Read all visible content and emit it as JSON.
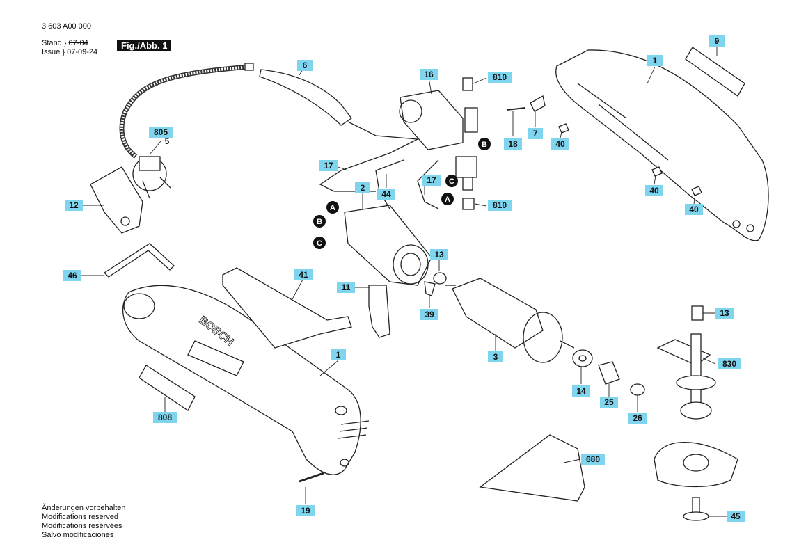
{
  "header": {
    "doc_number": "3 603 A00 000",
    "stand_label": "Stand",
    "stand_value": "07-04",
    "issue_label": "Issue",
    "issue_value": "07-09-24",
    "figure_label": "Fig./Abb. 1"
  },
  "footer": {
    "line1": "Änderungen vorbehalten",
    "line2": "Modifications reserved",
    "line3": "Modifications resèrvées",
    "line4": "Salvo modificaciones"
  },
  "brand_text": "BOSCH",
  "colors": {
    "label_fill": "#7fd4ee",
    "ink": "#222222",
    "paper": "#ffffff"
  },
  "parts": [
    {
      "id": "p1a",
      "text": "1"
    },
    {
      "id": "p1b",
      "text": "1"
    },
    {
      "id": "p2",
      "text": "2"
    },
    {
      "id": "p3",
      "text": "3"
    },
    {
      "id": "p5",
      "text": "5"
    },
    {
      "id": "p6",
      "text": "6"
    },
    {
      "id": "p7",
      "text": "7"
    },
    {
      "id": "p9",
      "text": "9"
    },
    {
      "id": "p11",
      "text": "11"
    },
    {
      "id": "p12",
      "text": "12"
    },
    {
      "id": "p13a",
      "text": "13"
    },
    {
      "id": "p13b",
      "text": "13"
    },
    {
      "id": "p14",
      "text": "14"
    },
    {
      "id": "p16",
      "text": "16"
    },
    {
      "id": "p17a",
      "text": "17"
    },
    {
      "id": "p17b",
      "text": "17"
    },
    {
      "id": "p18",
      "text": "18"
    },
    {
      "id": "p19",
      "text": "19"
    },
    {
      "id": "p25",
      "text": "25"
    },
    {
      "id": "p26",
      "text": "26"
    },
    {
      "id": "p39",
      "text": "39"
    },
    {
      "id": "p40a",
      "text": "40"
    },
    {
      "id": "p40b",
      "text": "40"
    },
    {
      "id": "p40c",
      "text": "40"
    },
    {
      "id": "p41",
      "text": "41"
    },
    {
      "id": "p44",
      "text": "44"
    },
    {
      "id": "p45",
      "text": "45"
    },
    {
      "id": "p46",
      "text": "46"
    },
    {
      "id": "p680",
      "text": "680"
    },
    {
      "id": "p805",
      "text": "805"
    },
    {
      "id": "p808",
      "text": "808"
    },
    {
      "id": "p810a",
      "text": "810"
    },
    {
      "id": "p810b",
      "text": "810"
    },
    {
      "id": "p830",
      "text": "830"
    }
  ],
  "callouts": [
    {
      "id": "cA1",
      "text": "A"
    },
    {
      "id": "cB1",
      "text": "B"
    },
    {
      "id": "cC1",
      "text": "C"
    },
    {
      "id": "cA2",
      "text": "A"
    },
    {
      "id": "cB2",
      "text": "B"
    },
    {
      "id": "cC2",
      "text": "C"
    }
  ]
}
